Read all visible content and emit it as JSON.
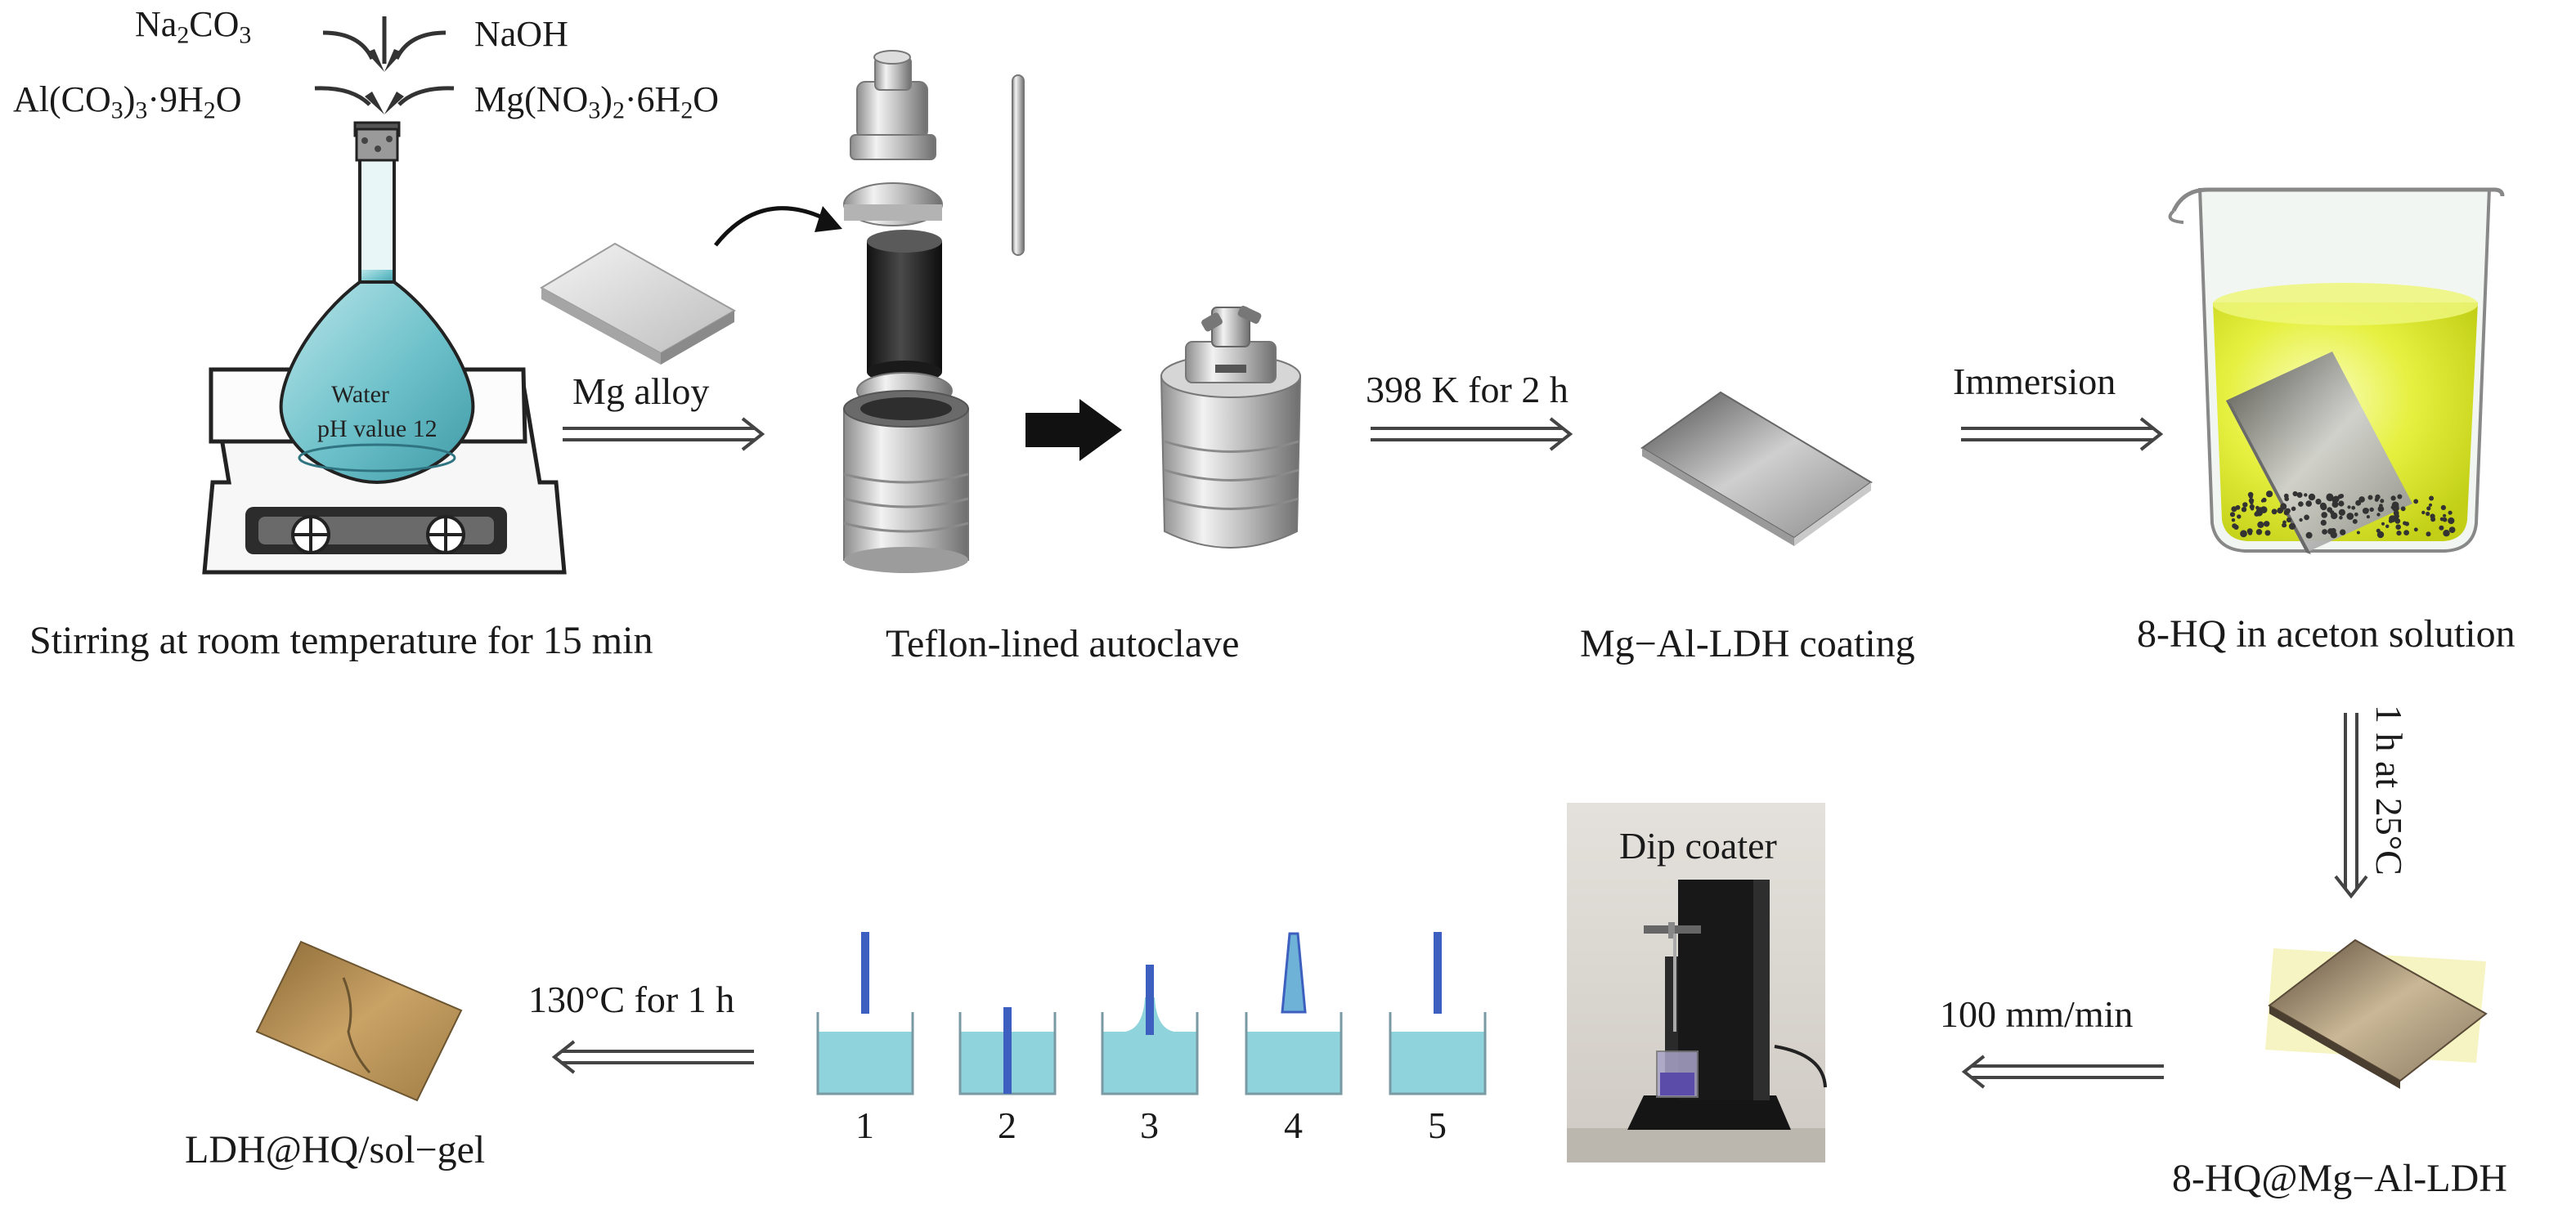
{
  "reagents": {
    "na2co3": {
      "base": "Na",
      "sub1": "2",
      "rest": "CO",
      "sub2": "3"
    },
    "naoh": "NaOH",
    "al_salt": {
      "p1": "Al(CO",
      "s1": "3",
      "p2": ")",
      "s2": "3",
      "p3": "·9H",
      "s3": "2",
      "p4": "O"
    },
    "mg_salt": {
      "p1": "Mg(NO",
      "s1": "3",
      "p2": ")",
      "s2": "2",
      "p3": "·6H",
      "s3": "2",
      "p4": "O"
    }
  },
  "flask": {
    "line1": "Water",
    "line2": "pH value 12"
  },
  "steps": {
    "stirring": "Stirring at room temperature for 15 min",
    "autoclave": "Teflon-lined autoclave",
    "coating": "Mg−Al-LDH coating",
    "solution": "8-HQ in aceton solution",
    "hq_ldh": "8-HQ@Mg−Al-LDH",
    "final": "LDH@HQ/sol−gel",
    "dip_coater": "Dip coater"
  },
  "arrows": {
    "mg_alloy": "Mg alloy",
    "temp": "398 K for 2 h",
    "immersion": "Immersion",
    "time": "1 h at 25°C",
    "speed": "100 mm/min",
    "cure": "130°C for 1 h"
  },
  "dip_stages": [
    "1",
    "2",
    "3",
    "4",
    "5"
  ],
  "colors": {
    "water": "#7ec7cf",
    "bath": "#8fd3dc",
    "rod": "#3d5fbf",
    "yellow_solution": "#e4ef3c",
    "coated_plate": "#8a7d68",
    "sol_gel_plate": "#b08b4f",
    "background": "#ffffff",
    "text": "#1a1a1a"
  }
}
